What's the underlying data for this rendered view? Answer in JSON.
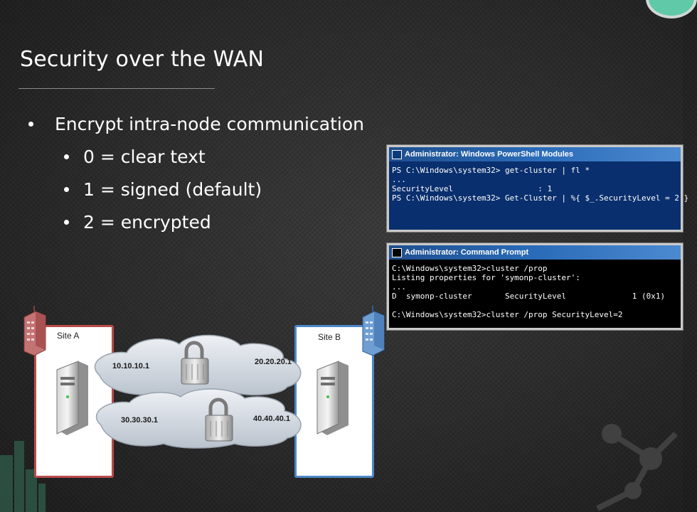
{
  "slide": {
    "title": "Security over the WAN",
    "bullet_main": "Encrypt intra-node communication",
    "sub_bullets": [
      "0 = clear text",
      "1 = signed (default)",
      "2 = encrypted"
    ]
  },
  "powershell_window": {
    "title": "Administrator: Windows PowerShell Modules",
    "lines": [
      "PS C:\\Windows\\system32> get-cluster | fl *",
      "...",
      "SecurityLevel                  : 1",
      "PS C:\\Windows\\system32> Get-Cluster | %{ $_.SecurityLevel = 2 }"
    ]
  },
  "cmd_window": {
    "title": "Administrator: Command Prompt",
    "lines": [
      "C:\\Windows\\system32>cluster /prop",
      "Listing properties for 'symonp-cluster':",
      "...",
      "D  symonp-cluster       SecurityLevel              1 (0x1)",
      "",
      "C:\\Windows\\system32>cluster /prop SecurityLevel=2"
    ]
  },
  "diagram": {
    "site_a": "Site A",
    "site_b": "Site B",
    "ips": [
      "10.10.10.1",
      "20.20.20.1",
      "30.30.30.1",
      "40.40.40.1"
    ]
  },
  "colors": {
    "site_a_border": "#b94c4c",
    "site_b_border": "#4c87c8",
    "ps_background": "#0a2f6e",
    "accent_circle": "#5fc9a8"
  },
  "icons": [
    "building-icon",
    "server-icon",
    "cloud-icon",
    "padlock-icon",
    "powershell-icon",
    "cmd-icon"
  ]
}
